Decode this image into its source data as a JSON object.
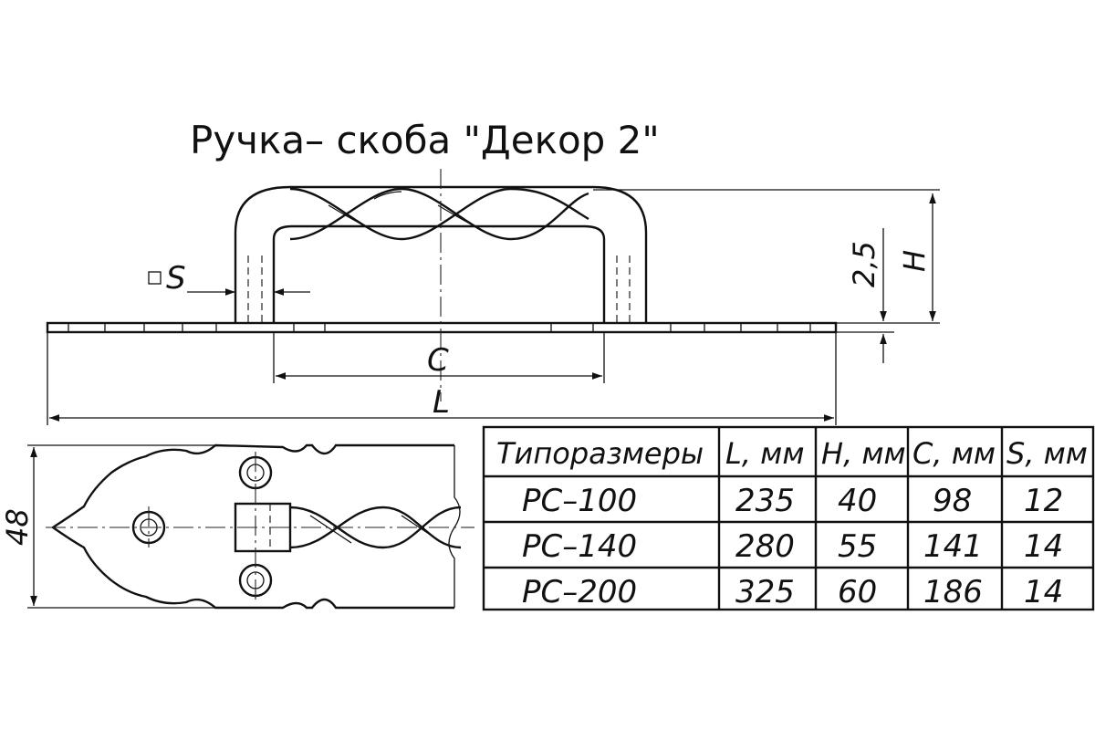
{
  "title": "Ручка– скоба \"Декор 2\"",
  "dims": {
    "S": "S",
    "H": "H",
    "thickness": "2,5",
    "C": "C",
    "L": "L",
    "width": "48"
  },
  "table": {
    "headers": [
      "Типоразмеры",
      "L, мм",
      "H, мм",
      "C, мм",
      "S, мм"
    ],
    "rows": [
      [
        "РС–100",
        "235",
        "40",
        "98",
        "12"
      ],
      [
        "РС–140",
        "280",
        "55",
        "141",
        "14"
      ],
      [
        "РС–200",
        "325",
        "60",
        "186",
        "14"
      ]
    ]
  }
}
